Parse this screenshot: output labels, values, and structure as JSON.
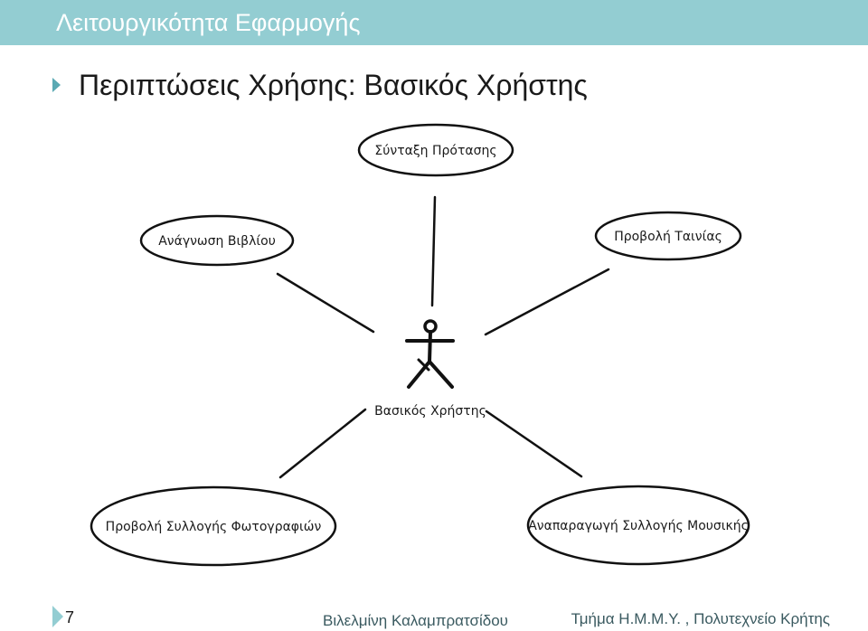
{
  "header": {
    "title": "Λειτουργικότητα Εφαρμογής",
    "bullet": "Περιπτώσεις Χρήσης: Βασικός Χρήστης",
    "bar_color": "#93cdd2"
  },
  "diagram": {
    "actor": {
      "label": "Βασικός Χρήστης",
      "icon": "stick-figure-icon"
    },
    "use_cases": [
      {
        "label": "Σύνταξη Πρότασης"
      },
      {
        "label": "Ανάγνωση Βιβλίου"
      },
      {
        "label": "Προβολή Ταινίας"
      },
      {
        "label": "Προβολή Συλλογής Φωτογραφιών"
      },
      {
        "label": "Αναπαραγωγή Συλλογής Μουσικής"
      }
    ]
  },
  "footer": {
    "page_number": "7",
    "author": "Βιλελμίνη Καλαμπρατσίδου",
    "department": "Τμήμα Η.Μ.Μ.Υ. , Πολυτεχνείο Κρήτης"
  }
}
